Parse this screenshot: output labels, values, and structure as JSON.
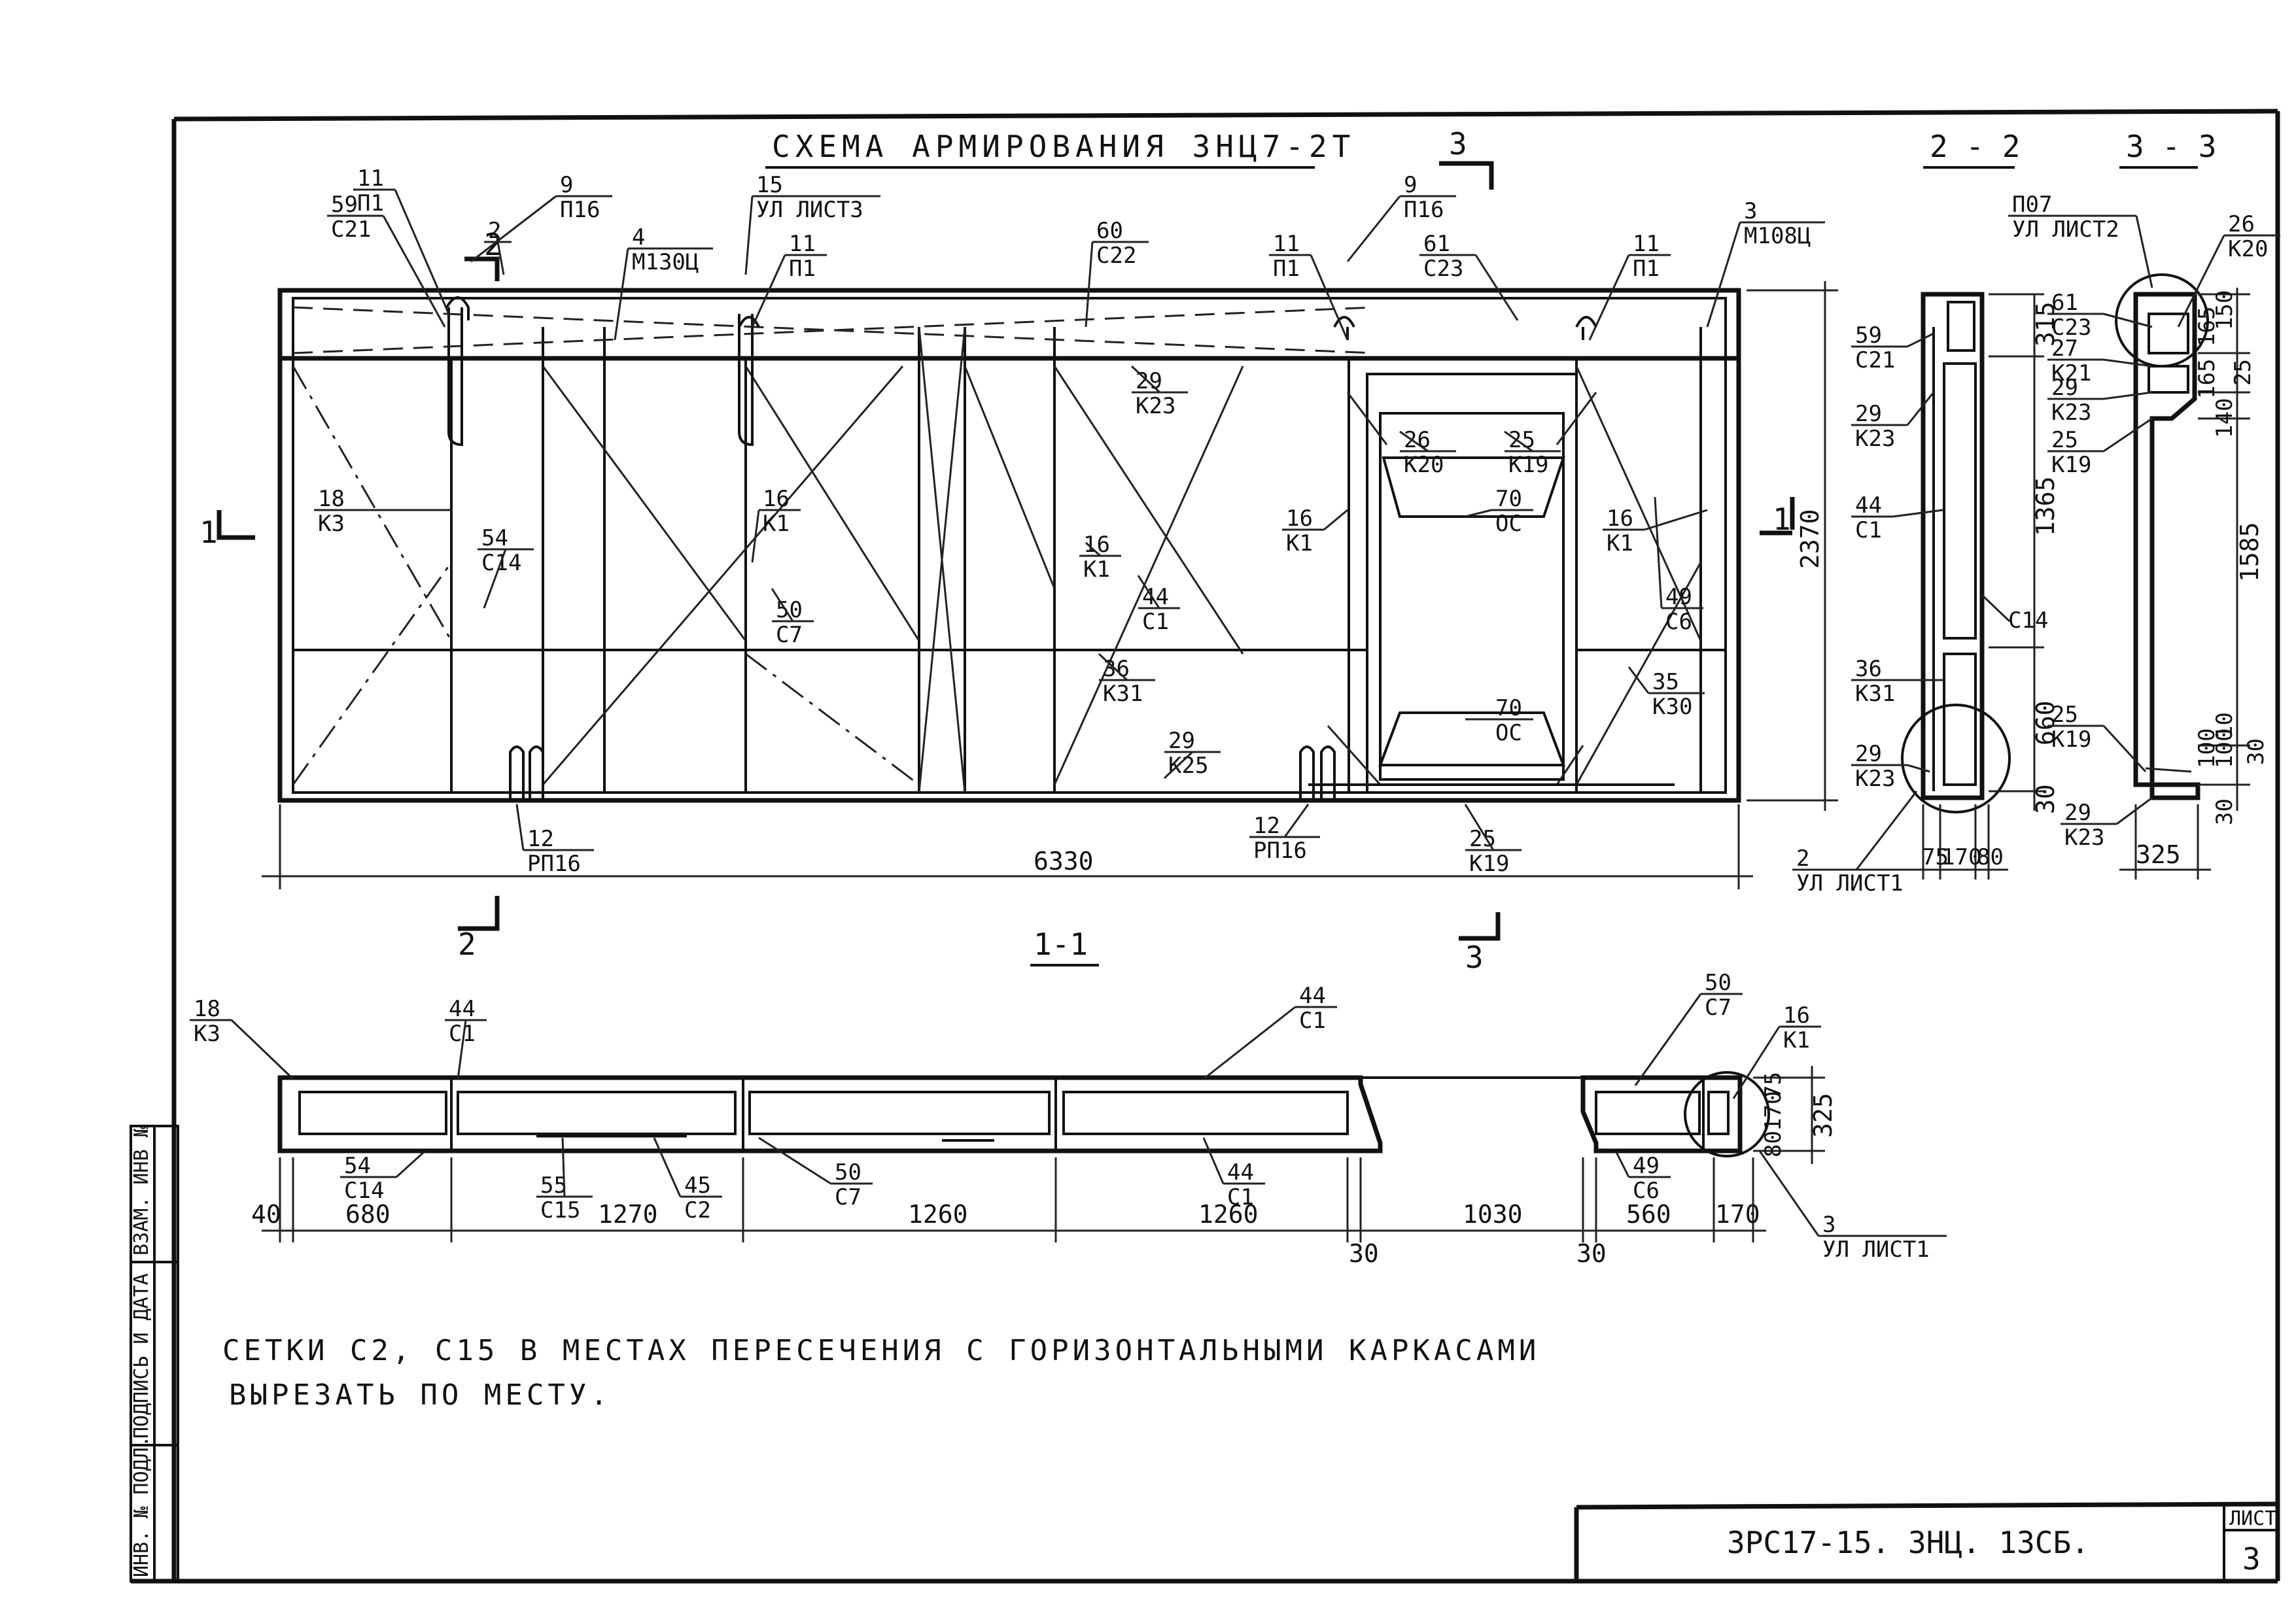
{
  "sheet": {
    "title": "СХЕМА АРМИРОВАНИЯ ЗНЦ7-2Т",
    "code": "ЗРС17-15. ЗНЦ. 13СБ.",
    "sheet_label": "ЛИСТ",
    "sheet_number": "3",
    "stamp_fields": [
      "ИНВ. № ПОДЛ.",
      "ПОДПИСЬ И ДАТА",
      "ВЗАМ. ИНВ №"
    ],
    "note_line1": "СЕТКИ С2, С15 В МЕСТАХ ПЕРЕСЕЧЕНИЯ С ГОРИЗОНТАЛЬНЫМИ КАРКАСАМИ",
    "note_line2": "ВЫРЕЗАТЬ ПО МЕСТУ."
  },
  "sections": {
    "s22": "2 - 2",
    "s33": "3 - 3",
    "s11": "1-1",
    "mark1": "1",
    "mark2": "2",
    "mark3": "3"
  },
  "elevation": {
    "width_dim": "6330",
    "height_dim": "2370",
    "callouts": [
      {
        "n": "11",
        "m": "П1"
      },
      {
        "n": "59",
        "m": "С21"
      },
      {
        "n": "9",
        "m": "П16"
      },
      {
        "n": "2",
        "m": ""
      },
      {
        "n": "4",
        "m": "М130Ц"
      },
      {
        "n": "15",
        "m": "УЛ ЛИСТ3"
      },
      {
        "n": "11",
        "m": "П1"
      },
      {
        "n": "60",
        "m": "С22"
      },
      {
        "n": "11",
        "m": "П1"
      },
      {
        "n": "9",
        "m": "П16"
      },
      {
        "n": "61",
        "m": "С23"
      },
      {
        "n": "11",
        "m": "П1"
      },
      {
        "n": "3",
        "m": "М108Ц"
      },
      {
        "n": "29",
        "m": "К23"
      },
      {
        "n": "26",
        "m": "К20"
      },
      {
        "n": "25",
        "m": "К19"
      },
      {
        "n": "18",
        "m": "К3"
      },
      {
        "n": "54",
        "m": "С14"
      },
      {
        "n": "16",
        "m": "К1"
      },
      {
        "n": "50",
        "m": "С7"
      },
      {
        "n": "16",
        "m": "К1"
      },
      {
        "n": "44",
        "m": "С1"
      },
      {
        "n": "16",
        "m": "К1"
      },
      {
        "n": "70",
        "m": "ОС"
      },
      {
        "n": "16",
        "m": "К1"
      },
      {
        "n": "49",
        "m": "С6"
      },
      {
        "n": "36",
        "m": "К31"
      },
      {
        "n": "35",
        "m": "К30"
      },
      {
        "n": "70",
        "m": "ОС"
      },
      {
        "n": "29",
        "m": "К25"
      },
      {
        "n": "12",
        "m": "РП16"
      },
      {
        "n": "12",
        "m": "РП16"
      },
      {
        "n": "25",
        "m": "К19"
      }
    ]
  },
  "section22": {
    "callouts": [
      {
        "n": "59",
        "m": "С21"
      },
      {
        "n": "29",
        "m": "К23"
      },
      {
        "n": "44",
        "m": "С1"
      },
      {
        "n": "36",
        "m": "К31"
      },
      {
        "n": "29",
        "m": "К23"
      },
      {
        "n": "2",
        "m": "УЛ ЛИСТ1"
      }
    ],
    "c14": "С14",
    "dims_v": [
      "315",
      "1365",
      "660",
      "30"
    ],
    "dims_h": [
      "75",
      "170",
      "80"
    ]
  },
  "section33": {
    "callouts": [
      {
        "n": "П07",
        "m": "УЛ ЛИСТ2"
      },
      {
        "n": "26",
        "m": "К20"
      },
      {
        "n": "61",
        "m": "С23"
      },
      {
        "n": "27",
        "m": "К21"
      },
      {
        "n": "29",
        "m": "К23"
      },
      {
        "n": "25",
        "m": "К19"
      },
      {
        "n": "25",
        "m": "К19"
      },
      {
        "n": "29",
        "m": "К23"
      }
    ],
    "dims_v": [
      "150",
      "165",
      "165",
      "25",
      "140",
      "1585",
      "100",
      "100",
      "10",
      "30",
      "30"
    ],
    "width_dim": "325"
  },
  "section11": {
    "callouts": [
      {
        "n": "18",
        "m": "К3"
      },
      {
        "n": "44",
        "m": "С1"
      },
      {
        "n": "44",
        "m": "С1"
      },
      {
        "n": "50",
        "m": "С7"
      },
      {
        "n": "16",
        "m": "К1"
      },
      {
        "n": "54",
        "m": "С14"
      },
      {
        "n": "55",
        "m": "С15"
      },
      {
        "n": "45",
        "m": "С2"
      },
      {
        "n": "50",
        "m": "С7"
      },
      {
        "n": "44",
        "m": "С1"
      },
      {
        "n": "49",
        "m": "С6"
      },
      {
        "n": "3",
        "m": "УЛ ЛИСТ1"
      }
    ],
    "dims": [
      "40",
      "680",
      "1270",
      "1260",
      "1260",
      "1030",
      "560",
      "170"
    ],
    "dims_low": [
      "30",
      "30"
    ],
    "dims_v": [
      "75",
      "170",
      "80"
    ],
    "height_dim": "325"
  }
}
